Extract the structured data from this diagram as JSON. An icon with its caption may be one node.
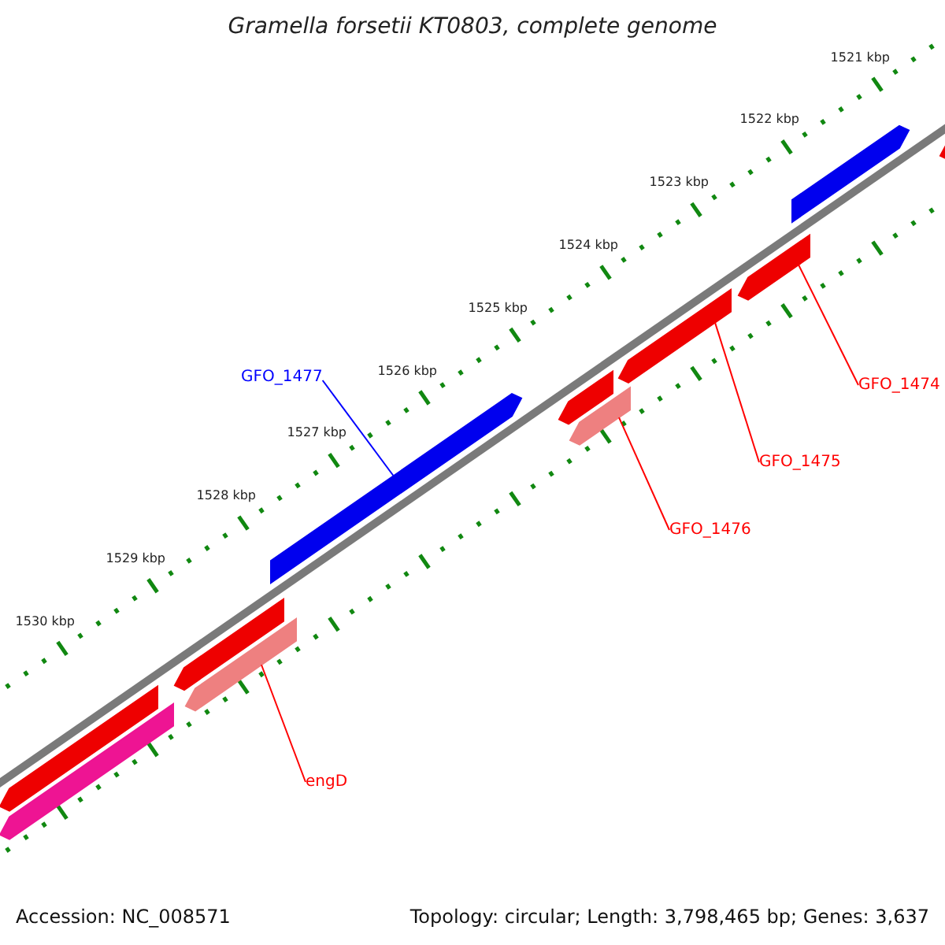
{
  "diagram": {
    "title": "Gramella forsetii KT0803, complete genome",
    "nodes": [
      {
        "text": [
          "GFO_1477"
        ]
      },
      {
        "text": [
          "GFO_1474"
        ]
      },
      {
        "text": [
          "GFO_1475"
        ]
      },
      {
        "text": [
          "GFO_1476"
        ]
      },
      {
        "text": [
          "engD"
        ]
      },
      {
        "text": [],
        "shape": "bar"
      },
      {
        "text": [],
        "shape": "bar"
      },
      {
        "text": [],
        "shape": "bar"
      },
      {
        "text": [],
        "shape": "bar"
      },
      {
        "text": [],
        "shape": "bar"
      },
      {
        "text": [],
        "shape": "bar"
      },
      {
        "text": [],
        "shape": "bar"
      },
      {
        "text": [],
        "shape": "bar"
      },
      {
        "text": [],
        "shape": "bar"
      },
      {
        "text": [],
        "shape": "bar"
      },
      {
        "text": [],
        "shape": "bar"
      }
    ],
    "edges": [
      {
        "from": 0,
        "to": 11,
        "arrow": "none",
        "color": "#0000ff"
      },
      {
        "from": 1,
        "to": 7,
        "arrow": "none"
      },
      {
        "from": 2,
        "to": 8,
        "arrow": "none"
      },
      {
        "from": 3,
        "to": 10,
        "arrow": "none"
      },
      {
        "from": 4,
        "to": 13,
        "arrow": "none"
      }
    ],
    "labels": [
      "1521 kbp",
      "1522 kbp",
      "1523 kbp",
      "1524 kbp",
      "1525 kbp",
      "1526 kbp",
      "1527 kbp",
      "1528 kbp",
      "1529 kbp",
      "1530 kbp",
      "Accession: NC_008571",
      "Topology: circular; Length: 3,798,465 bp; Genes: 3,637"
    ]
  }
}
